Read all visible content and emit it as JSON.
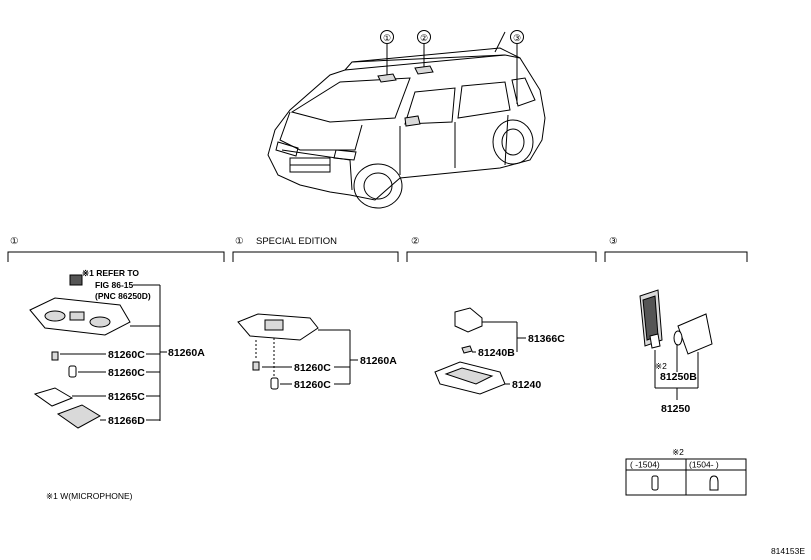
{
  "callouts": [
    "①",
    "②",
    "③"
  ],
  "sections": {
    "s1": {
      "marker": "①",
      "title": ""
    },
    "s1se": {
      "marker": "①",
      "title": "SPECIAL EDITION"
    },
    "s2": {
      "marker": "②",
      "title": ""
    },
    "s3": {
      "marker": "③",
      "title": ""
    }
  },
  "section1": {
    "ref_line1": "※1 REFER TO",
    "ref_line2": "FIG 86-15",
    "ref_line3": "(PNC 86250D)",
    "parts": {
      "assy": "81260A",
      "bulb_a": "81260C",
      "bulb_b": "81260C",
      "cover": "81265C",
      "lens": "81266D"
    }
  },
  "section1_special": {
    "parts": {
      "assy": "81260A",
      "bulb_a": "81260C",
      "bulb_b": "81260C"
    }
  },
  "section2": {
    "parts": {
      "socket": "81366C",
      "bulb": "81240B",
      "lens": "81240"
    }
  },
  "section3": {
    "note_mark": "※2",
    "parts": {
      "bulb": "81250B",
      "assy": "81250"
    }
  },
  "table": {
    "title": "※2",
    "col1": "(      -1504)",
    "col2": "(1504-       )"
  },
  "footnote": "※1 W(MICROPHONE)",
  "diagram_id": "814153E"
}
